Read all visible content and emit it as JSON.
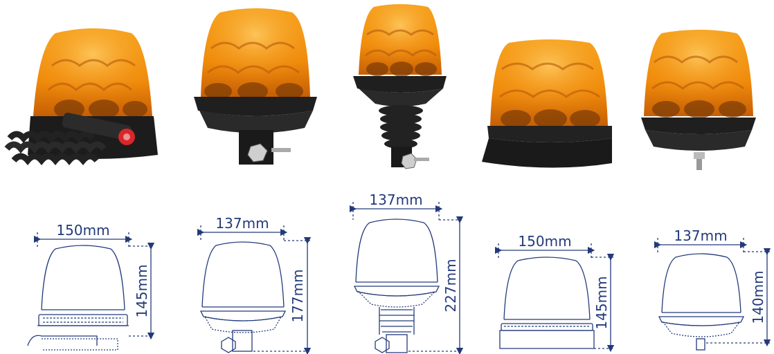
{
  "products": [
    {
      "name": "magnetic-beacon",
      "width": "150mm",
      "height": "145mm"
    },
    {
      "name": "pipe-mount-beacon",
      "width": "137mm",
      "height": "177mm"
    },
    {
      "name": "flexi-din-beacon",
      "width": "137mm",
      "height": "227mm"
    },
    {
      "name": "three-bolt-beacon",
      "width": "150mm",
      "height": "145mm"
    },
    {
      "name": "single-bolt-beacon",
      "width": "137mm",
      "height": "140mm"
    }
  ],
  "colors": {
    "amber": "#f39a12",
    "amber_dark": "#c8640a",
    "base": "#1c1c1c",
    "line": "#233a7a"
  }
}
